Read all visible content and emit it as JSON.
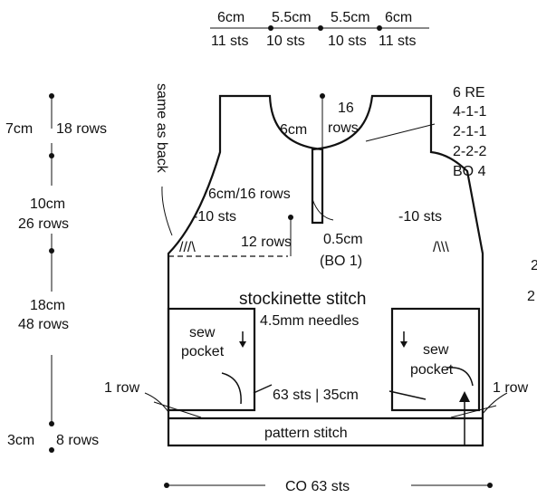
{
  "top_widths": {
    "l1_cm": "6cm",
    "l1_sts": "11 sts",
    "l2_cm": "5.5cm",
    "l2_sts": "10 sts",
    "r2_cm": "5.5cm",
    "r2_sts": "10 sts",
    "r1_cm": "6cm",
    "r1_sts": "11 sts"
  },
  "left_heights": {
    "seg1_cm": "7cm",
    "seg1_rows": "18 rows",
    "seg2_cm": "10cm",
    "seg2_rows": "26 rows",
    "seg3_cm": "18cm",
    "seg3_rows": "48 rows",
    "seg4_cm": "3cm",
    "seg4_rows": "8 rows"
  },
  "labels": {
    "same_as_back": "same as back",
    "neck_width": "6cm",
    "neck_rows_num": "16",
    "neck_rows_word": "rows",
    "shoulder_dec": "6cm/16 rows",
    "armhole_dec_left": "-10 sts",
    "armhole_dec_right": "-10 sts",
    "twelve_rows": "12 rows",
    "center_bo_cm": "0.5cm",
    "center_bo": "(BO 1)",
    "body_stitch": "stockinette stitch",
    "needles": "4.5mm needles",
    "sew_left_1": "sew",
    "sew_left_2": "pocket",
    "sew_right_1": "sew",
    "sew_right_2": "pocket",
    "one_row_left": "1 row",
    "one_row_right": "1 row",
    "body_width": "63 sts | 35cm",
    "pattern_stitch": "pattern stitch",
    "cast_on": "CO 63 sts",
    "edge_mark_1": "2",
    "edge_mark_2": "2"
  },
  "neck_shaping": [
    "6 RE",
    "4-1-1",
    "2-1-1",
    "2-2-2",
    "BO 4"
  ]
}
